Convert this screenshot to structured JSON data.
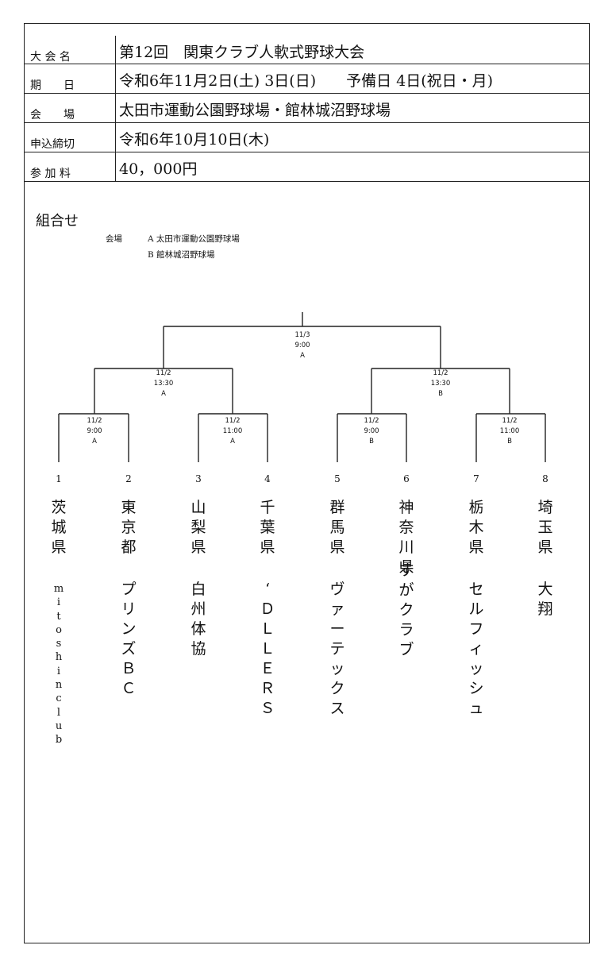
{
  "info": [
    {
      "label": "大 会 名",
      "value": "第12回　関東クラブ人軟式野球大会"
    },
    {
      "label": "期　　日",
      "value": "令和6年11月2日(土)  3日(日)　　予備日  4日(祝日・月)"
    },
    {
      "label": "会　　場",
      "value": "太田市運動公園野球場・館林城沼野球場"
    },
    {
      "label": "申込締切",
      "value": "令和6年10月10日(木)"
    },
    {
      "label": "参 加 料",
      "value": "40，000円"
    }
  ],
  "section_title": "組合せ",
  "venues": {
    "heading": "会場",
    "a": "A  太田市運動公園野球場",
    "b": "B  館林城沼野球場"
  },
  "matches": {
    "final": {
      "date": "11/3",
      "time": "9:00",
      "venue": "A"
    },
    "semi_left": {
      "date": "11/2",
      "time": "13:30",
      "venue": "A"
    },
    "semi_right": {
      "date": "11/2",
      "time": "13:30",
      "venue": "B"
    },
    "q1": {
      "date": "11/2",
      "time": "9:00",
      "venue": "A"
    },
    "q2": {
      "date": "11/2",
      "time": "11:00",
      "venue": "A"
    },
    "q3": {
      "date": "11/2",
      "time": "9:00",
      "venue": "B"
    },
    "q4": {
      "date": "11/2",
      "time": "11:00",
      "venue": "B"
    }
  },
  "teams": [
    {
      "seed": "1",
      "pref": "茨\n城\n県",
      "name": "m\ni\nt\no\ns\nh\ni\nn\nc\nl\nu\nb"
    },
    {
      "seed": "2",
      "pref": "東\n京\n都",
      "name": "プ\nリ\nン\nズ\nＢ\nＣ"
    },
    {
      "seed": "3",
      "pref": "山\n梨\n県",
      "name": "白\n州\n体\n協"
    },
    {
      "seed": "4",
      "pref": "千\n葉\n県",
      "name": "‘\nＤ\nＬ\nＬ\nＥ\nＲ\nＳ"
    },
    {
      "seed": "5",
      "pref": "群\n馬\n県",
      "name": "ヴ\nァ\nー\nテ\nッ\nク\nス"
    },
    {
      "seed": "6",
      "pref": "神\n奈\n川\n県",
      "name": "す\nが\nク\nラ\nブ"
    },
    {
      "seed": "7",
      "pref": "栃\n木\n県",
      "name": "セ\nル\nフ\nィ\nッ\nシ\nュ"
    },
    {
      "seed": "8",
      "pref": "埼\n玉\n県",
      "name": "大\n翔"
    }
  ]
}
